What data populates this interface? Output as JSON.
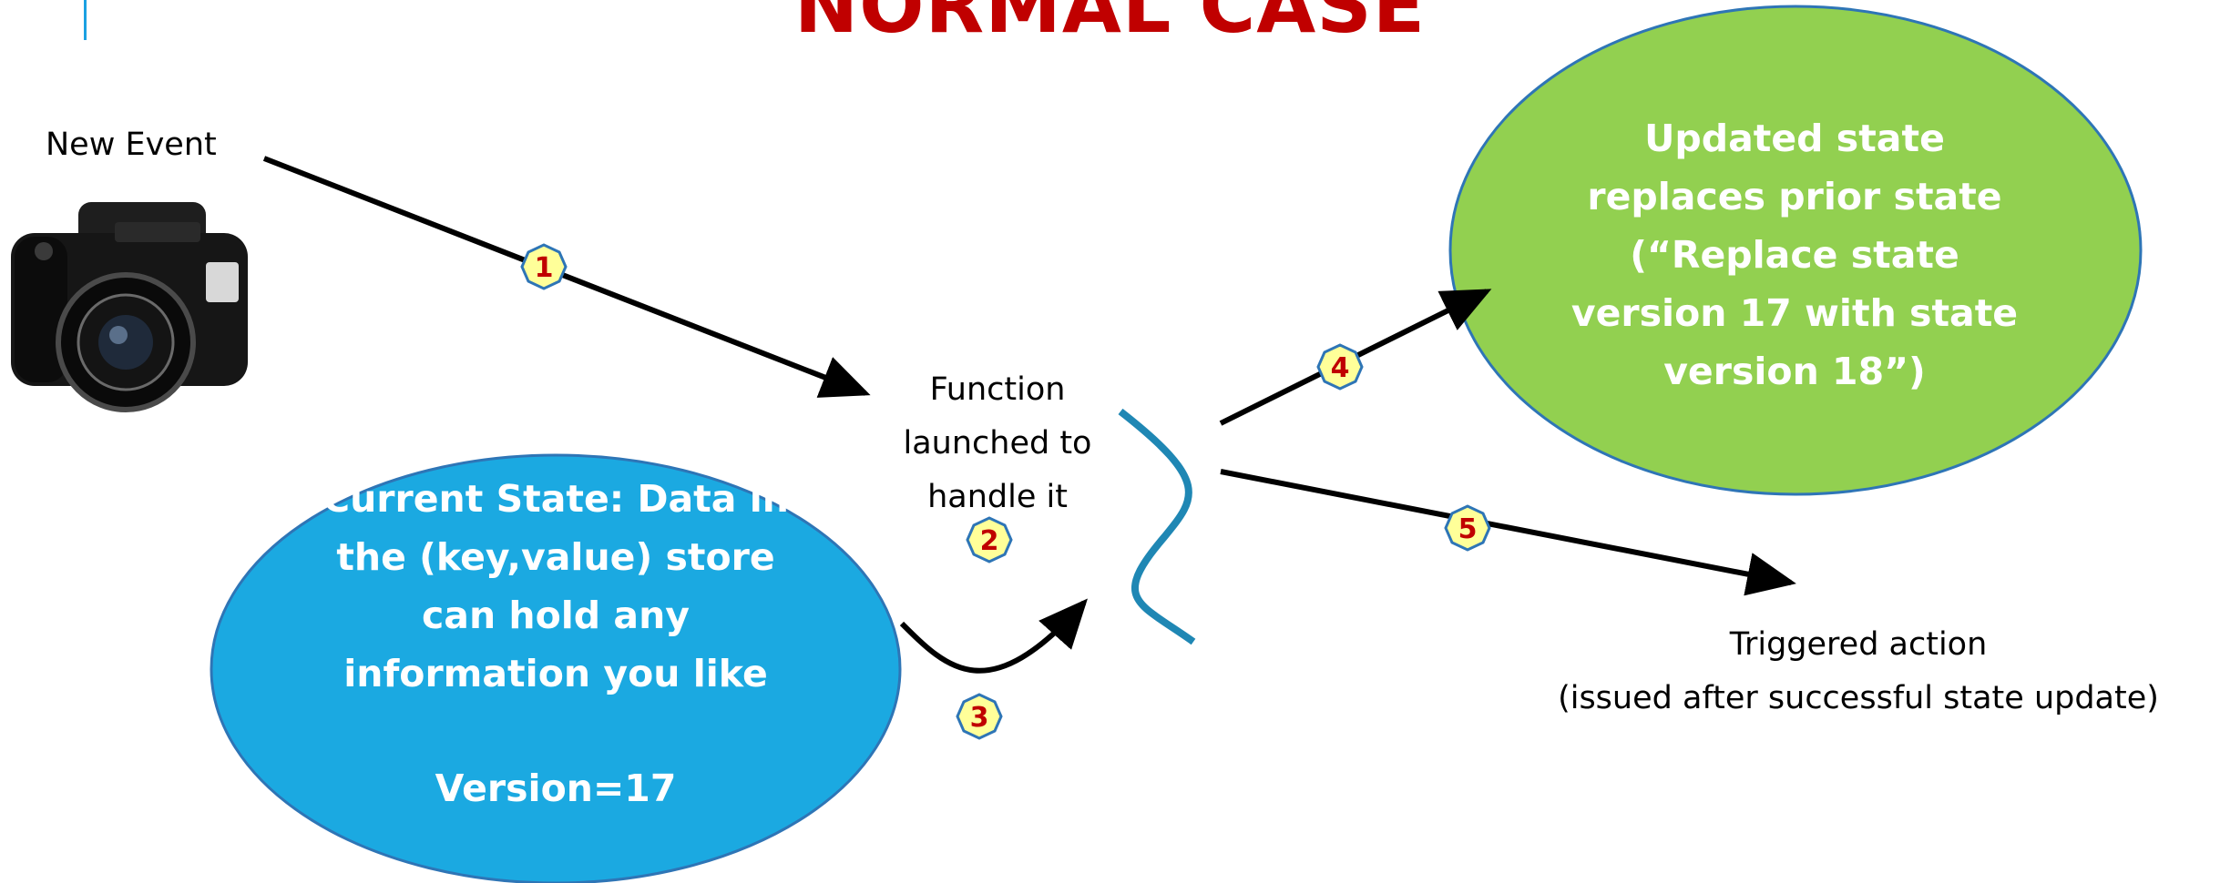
{
  "title": "NORMAL CASE",
  "new_event_label": "New Event",
  "function_label": [
    "Function",
    "launched to",
    "handle it"
  ],
  "current_state": {
    "lines": [
      "Current State: Data in",
      "the (key,value) store",
      "can hold any",
      "information you like"
    ],
    "version": "Version=17",
    "color": "#1ba9e1"
  },
  "updated_state": {
    "lines": [
      "Updated state",
      "replaces prior state",
      "(“Replace state",
      "version 17 with state",
      "version 18”)"
    ],
    "color": "#92d050"
  },
  "triggered_action": [
    "Triggered action",
    "(issued after successful state update)"
  ],
  "steps": [
    "1",
    "2",
    "3",
    "4",
    "5"
  ],
  "colors": {
    "title": "#c00000",
    "badge_fill": "#ffff99",
    "badge_stroke": "#2e75b6",
    "badge_text": "#c00000",
    "wave": "#1f87b4"
  },
  "icons": {
    "camera": "camera-icon"
  }
}
